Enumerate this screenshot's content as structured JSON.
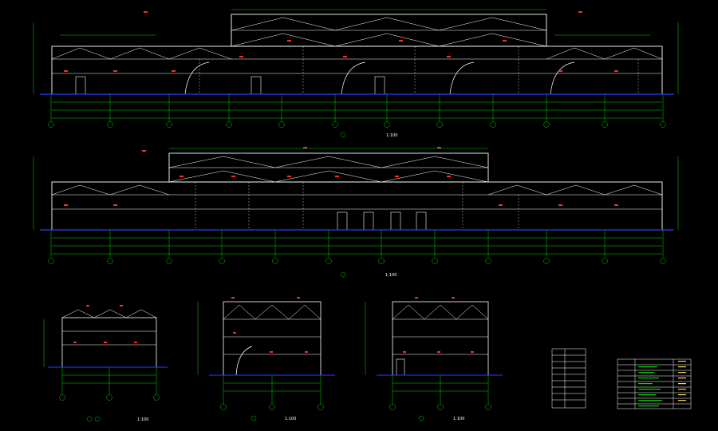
{
  "drawing": {
    "background": "#000000",
    "colors": {
      "structure": "#ffffff",
      "dimension": "#00d800",
      "ground": "#2a3dff",
      "rebar_tag": "#ff2a2a",
      "note": "#ffd54d",
      "table_header": "#ffd54d"
    },
    "elevations": [
      {
        "id": "top-elevation",
        "caption": "",
        "scale": "1:100"
      },
      {
        "id": "middle-elevation",
        "caption": "",
        "scale": "1:100"
      },
      {
        "id": "small-left-elevation",
        "caption": "",
        "scale": "1:100"
      },
      {
        "id": "small-center-section",
        "caption": "",
        "scale": "1:100"
      },
      {
        "id": "small-right-section",
        "caption": "",
        "scale": "1:100"
      }
    ],
    "legend_table": {
      "rows": 9,
      "columns": 2
    },
    "schedule_table": {
      "title": "",
      "rows": 8,
      "columns": 3,
      "note": ""
    }
  }
}
